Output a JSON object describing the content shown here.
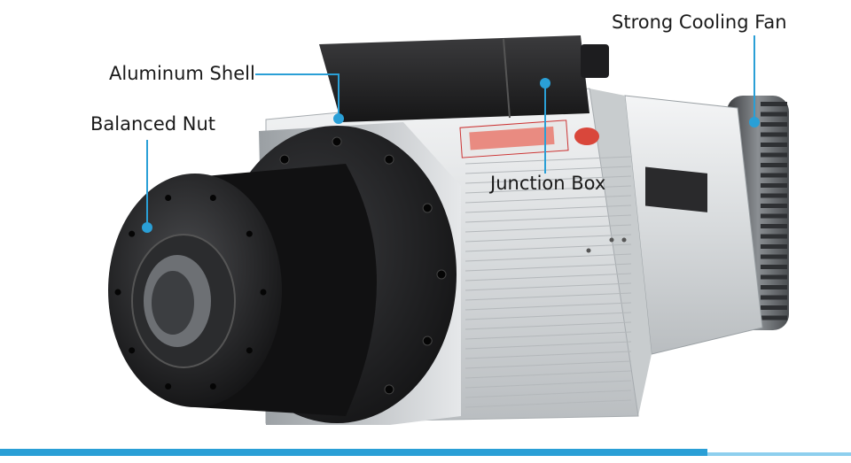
{
  "callouts": {
    "strong_cooling_fan": "Strong Cooling Fan",
    "aluminum_shell": "Aluminum Shell",
    "balanced_nut": "Balanced Nut",
    "junction_box": "Junction Box"
  },
  "colors": {
    "accent": "#2a9fd6",
    "accent_light": "#8ecfee",
    "spindle_black": "#1c1c1e",
    "aluminum": "#d9dcde"
  }
}
